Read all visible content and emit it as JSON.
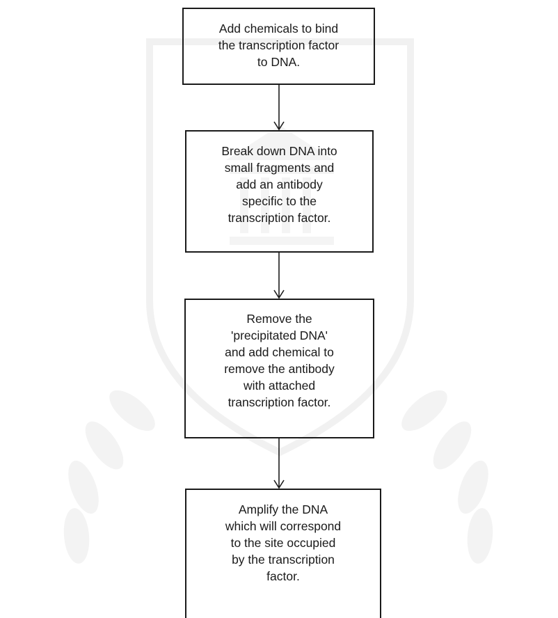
{
  "steps": [
    {
      "lines": [
        "Add chemicals to bind",
        "the transcription factor",
        "to DNA."
      ]
    },
    {
      "lines": [
        "Break down DNA into",
        "small fragments and",
        "add an antibody",
        "specific to the",
        "transcription factor."
      ]
    },
    {
      "lines": [
        "Remove the",
        "'precipitated DNA'",
        "and add chemical to",
        "remove the antibody",
        "with attached",
        "transcription factor."
      ]
    },
    {
      "lines": [
        "Amplify the DNA",
        "which will correspond",
        "to the site occupied",
        "by the transcription",
        "factor."
      ]
    }
  ],
  "colors": {
    "stroke": "#1a1a1a",
    "text": "#1a1a1a",
    "watermark": "#f1f1f1",
    "background": "#ffffff"
  }
}
